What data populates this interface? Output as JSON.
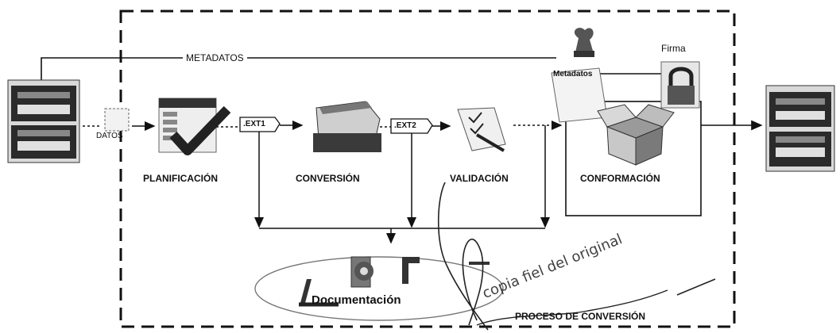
{
  "labels": {
    "metadatos_top": "METADATOS",
    "firma": "Firma",
    "metadatos_doc": "Metadatos",
    "datos": "DATOS",
    "ext1": ".EXT1",
    "ext2": ".EXT2",
    "planificacion": "PLANIFICACIÓN",
    "conversion": "CONVERSIÓN",
    "validacion": "VALIDACIÓN",
    "conformacion": "CONFORMACIÓN",
    "documentacion": "Documentación",
    "proceso": "PROCESO DE CONVERSIÓN",
    "stamp": "copia fiel del original"
  },
  "icons": [
    "server-stack-icon",
    "checkmark-document-icon",
    "printer-copier-icon",
    "checklist-pen-icon",
    "open-box-icon",
    "document-stamp-icon",
    "padlock-icon",
    "documentation-tools-icon"
  ]
}
